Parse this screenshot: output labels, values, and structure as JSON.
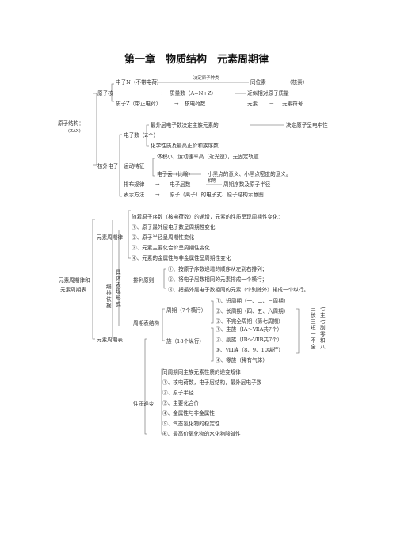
{
  "title": "第一章　物质结构　元素周期律",
  "atom": {
    "root": "原子结构：",
    "root_sub": "(ZAX)",
    "nucleus": "原子核",
    "neutron": "中子N（不带电荷）",
    "decides_type": "决定原子种类",
    "isotope": "同位素",
    "nuclide": "（核素）",
    "proton": "质子Z（带正电荷）",
    "arrow1": "→",
    "mass_number": "质量数（A=N+Z）",
    "approx_mass": "近似相对原子质量",
    "arrow2": "→",
    "nuclear_charge": "核电荷数",
    "element": "元素",
    "arrow3": "→",
    "element_symbol": "元素符号",
    "electrons": "核外电子",
    "electron_count": "电子数（Z个）",
    "valence_decides": "最外层电子数决定主族元素的",
    "decides_valence": "决定原子呈电中性",
    "chem_props": "化学性质及最高正价和族序数",
    "motion": "运动特征",
    "motion_detail": "体积小，运动速率高（近光速），无固定轨道",
    "cloud": "电子云（比喻）",
    "cloud_detail": "小黑点的意义、小黑点密度的意义。",
    "arrangement": "排布规律",
    "arrow4": "→",
    "shells": "电子层数",
    "equal": "相等",
    "period_radius": "周期序数及原子半径",
    "notation": "表示方法",
    "arrow5": "→",
    "notation_detail": "原子（离子）的电子式、原子结构示意图"
  },
  "periodic": {
    "root1": "元素周期律和",
    "root2": "元素周期表",
    "law": "元素周期律",
    "law_intro": "随着原子序数（核电荷数）的递增，元素的性质呈现周期性变化：",
    "law_items": [
      "①、原子最外层电子数呈周期性变化",
      "②、原子半径呈周期性变化",
      "③、元素主要化合价呈周期性变化",
      "④、元素的金属性与非金属性呈周期性变化"
    ],
    "reflect": "具体表现形式",
    "embody": "编排依据",
    "table": "元素周期表",
    "principle": "排列原则",
    "principle_items": [
      "①、按原子序数递增的顺序从左到右排列；",
      "②、将电子层数相同的元素排成一个横行；",
      "③、把最外层电子数相同的元素（个别除外）排成一个纵行。"
    ],
    "structure": "周期表结构",
    "periods": "周期（7个横行）",
    "period_items": [
      "①、短周期（一、二、三周期）",
      "②、长周期（四、五、六周期）",
      "③、不完全周期（第七周期）"
    ],
    "groups": "族（18个纵行）",
    "group_items": [
      "①、主族（ⅠA～ⅦA共7个）",
      "②、副族（ⅠB～ⅦB共7个）",
      "③、Ⅷ族（8、9、10纵行）",
      "④、零族（稀有气体）"
    ],
    "side1": "三长三短一不全",
    "side2": "七主七副零和八",
    "trend": "性质递变",
    "trend_intro": "同周期同主族元素性质的递变规律",
    "trend_items": [
      "①、核电荷数，电子层结构，最外层电子数",
      "②、原子半径",
      "③、主要化合价",
      "④、金属性与非金属性",
      "⑤、气态氢化物的稳定性",
      "⑥、最高价氧化物的水化物酸碱性"
    ]
  }
}
